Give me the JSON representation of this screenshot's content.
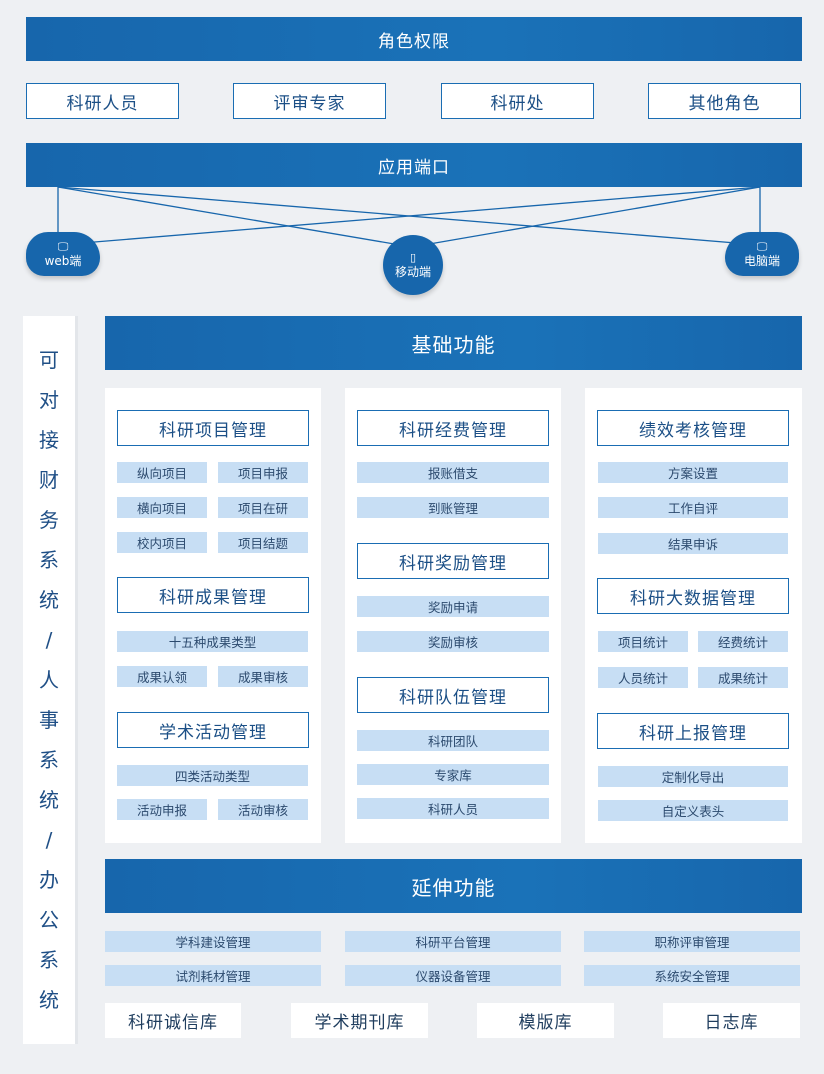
{
  "roles": {
    "title": "角色权限",
    "items": [
      "科研人员",
      "评审专家",
      "科研处",
      "其他角色"
    ]
  },
  "ports": {
    "title": "应用端口",
    "web": {
      "label": "web端",
      "icon": "monitor-icon"
    },
    "mobile": {
      "label": "移动端",
      "icon": "phone-icon"
    },
    "pc": {
      "label": "电脑端",
      "icon": "monitor-icon"
    }
  },
  "side_text": [
    "可",
    "对",
    "接",
    "财",
    "务",
    "系",
    "统",
    "/",
    "人",
    "事",
    "系",
    "统",
    "/",
    "办",
    "公",
    "系",
    "统"
  ],
  "basic": {
    "title": "基础功能",
    "col1": {
      "project": {
        "title": "科研项目管理",
        "items": [
          "纵向项目",
          "项目申报",
          "横向项目",
          "项目在研",
          "校内项目",
          "项目结题"
        ]
      },
      "achievement": {
        "title": "科研成果管理",
        "items": [
          "十五种成果类型",
          "成果认领",
          "成果审核"
        ]
      },
      "academic": {
        "title": "学术活动管理",
        "items": [
          "四类活动类型",
          "活动申报",
          "活动审核"
        ]
      }
    },
    "col2": {
      "funding": {
        "title": "科研经费管理",
        "items": [
          "报账借支",
          "到账管理"
        ]
      },
      "reward": {
        "title": "科研奖励管理",
        "items": [
          "奖励申请",
          "奖励审核"
        ]
      },
      "team": {
        "title": "科研队伍管理",
        "items": [
          "科研团队",
          "专家库",
          "科研人员"
        ]
      }
    },
    "col3": {
      "performance": {
        "title": "绩效考核管理",
        "items": [
          "方案设置",
          "工作自评",
          "结果申诉"
        ]
      },
      "bigdata": {
        "title": "科研大数据管理",
        "items": [
          "项目统计",
          "经费统计",
          "人员统计",
          "成果统计"
        ]
      },
      "report": {
        "title": "科研上报管理",
        "items": [
          "定制化导出",
          "自定义表头"
        ]
      }
    }
  },
  "extended": {
    "title": "延伸功能",
    "items": [
      "学科建设管理",
      "科研平台管理",
      "职称评审管理",
      "试剂耗材管理",
      "仪器设备管理",
      "系统安全管理"
    ]
  },
  "databases": [
    "科研诚信库",
    "学术期刊库",
    "模版库",
    "日志库"
  ],
  "colors": {
    "primary": "#1766ac",
    "item_bg": "#c7def4",
    "border": "#1a6db3"
  }
}
